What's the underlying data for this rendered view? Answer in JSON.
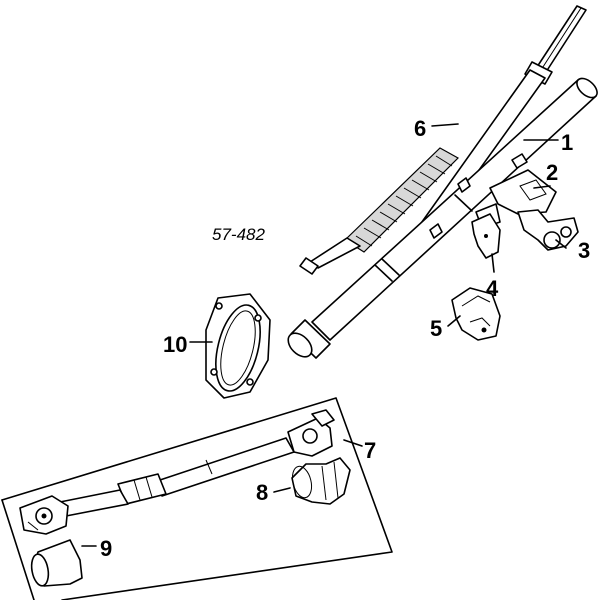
{
  "diagram": {
    "reference_code": "57-482",
    "callouts": [
      {
        "id": "1",
        "label": "1"
      },
      {
        "id": "2",
        "label": "2"
      },
      {
        "id": "3",
        "label": "3"
      },
      {
        "id": "4",
        "label": "4"
      },
      {
        "id": "5",
        "label": "5"
      },
      {
        "id": "6",
        "label": "6"
      },
      {
        "id": "7",
        "label": "7"
      },
      {
        "id": "8",
        "label": "8"
      },
      {
        "id": "9",
        "label": "9"
      },
      {
        "id": "10",
        "label": "10"
      }
    ]
  }
}
